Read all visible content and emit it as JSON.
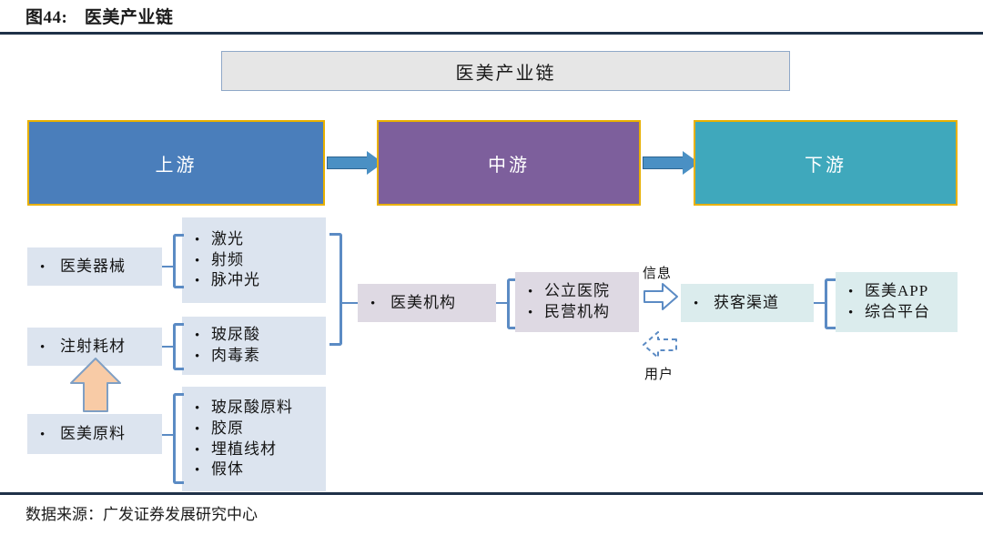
{
  "figure": {
    "number_label": "图44:",
    "title": "医美产业链",
    "source_label": "数据来源：广发证券发展研究中心"
  },
  "colors": {
    "upstream": "#4a7ebb",
    "midstream": "#7d5f9c",
    "downstream": "#3fa8bc",
    "tier_border": "#e8b000",
    "banner_fill": "#e6e6e6",
    "node_blue": "#dce4ef",
    "node_lilac": "#ded9e3",
    "node_cyan": "#dbeced",
    "connector": "#5b8bc4",
    "peach_arrow": "#f8cba6",
    "rule": "#1f3148"
  },
  "diagram": {
    "banner": "医美产业链",
    "tiers": [
      {
        "key": "upstream",
        "label": "上游"
      },
      {
        "key": "midstream",
        "label": "中游"
      },
      {
        "key": "downstream",
        "label": "下游"
      }
    ],
    "upstream_nodes": [
      {
        "label": "医美器械"
      },
      {
        "label": "注射耗材"
      },
      {
        "label": "医美原料"
      }
    ],
    "upstream_details": [
      {
        "items": [
          "激光",
          "射频",
          "脉冲光"
        ]
      },
      {
        "items": [
          "玻尿酸",
          "肉毒素"
        ]
      },
      {
        "items": [
          "玻尿酸原料",
          "胶原",
          "埋植线材",
          "假体"
        ]
      }
    ],
    "midstream_node": {
      "label": "医美机构"
    },
    "midstream_details": {
      "items": [
        "公立医院",
        "民营机构"
      ]
    },
    "downstream_node": {
      "label": "获客渠道"
    },
    "downstream_details": {
      "items": [
        "医美APP",
        "综合平台"
      ]
    },
    "flow_arrows": [
      {
        "label": "信息",
        "direction": "right"
      },
      {
        "label": "用户",
        "direction": "left"
      }
    ]
  }
}
